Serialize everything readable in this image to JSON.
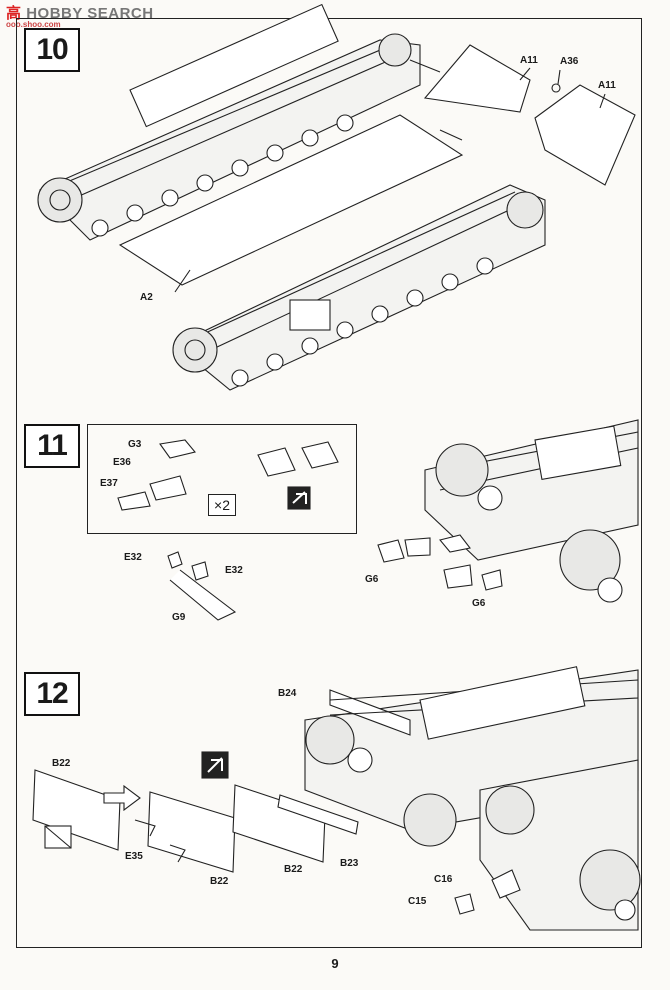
{
  "watermark": {
    "main_a": "高",
    "main_b": "HOBBY SEARCH",
    "sub": "ooo.shoo.com"
  },
  "steps": [
    {
      "number": "10",
      "labels": {
        "a11_left": "A11",
        "a36": "A36",
        "a11_right": "A11",
        "a2": "A2"
      }
    },
    {
      "number": "11",
      "multiplier": "×2",
      "labels": {
        "g3": "G3",
        "e36": "E36",
        "e37": "E37",
        "e32_left": "E32",
        "e32_right": "E32",
        "g9": "G9",
        "g6_left": "G6",
        "g6_right": "G6"
      }
    },
    {
      "number": "12",
      "labels": {
        "b22_top": "B22",
        "e35": "E35",
        "b22_bottom": "B22",
        "b24": "B24",
        "b22_mid": "B22",
        "b23": "B23",
        "c16": "C16",
        "c15": "C15"
      }
    }
  ],
  "page_number": "9"
}
